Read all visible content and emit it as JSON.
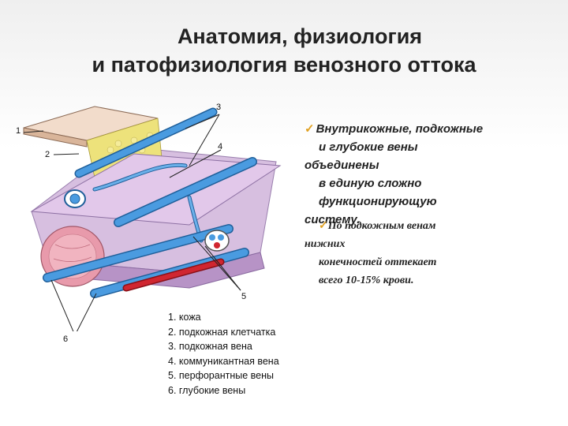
{
  "title": {
    "line1": "Анатомия, физиология",
    "line2": "и патофизиология венозного оттока"
  },
  "callouts": [
    "1",
    "2",
    "3",
    "4",
    "5",
    "6"
  ],
  "legend": [
    "1. кожа",
    "2. подкожная клетчатка",
    "3. подкожная вена",
    "4. коммуникантная вена",
    "5. перфорантные вены",
    "6. глубокие вены"
  ],
  "bullets": {
    "first": [
      "Внутрикожные, подкожные",
      "и глубокие вены",
      "объединены",
      "в единую сложно",
      "функционирующую",
      "систему."
    ],
    "second": [
      "По подкожным венам",
      "нижних",
      "конечностей оттекает",
      "всего 10-15% крови."
    ],
    "check_color": "#e0a020"
  },
  "colors": {
    "vein": "#3f8fd0",
    "vein_dark": "#1f5f9a",
    "skin": "#efd9c8",
    "fascia": "#cdb0d9",
    "muscle": "#e7a2b0",
    "artery": "#c8202a",
    "fat": "#ece07a"
  }
}
